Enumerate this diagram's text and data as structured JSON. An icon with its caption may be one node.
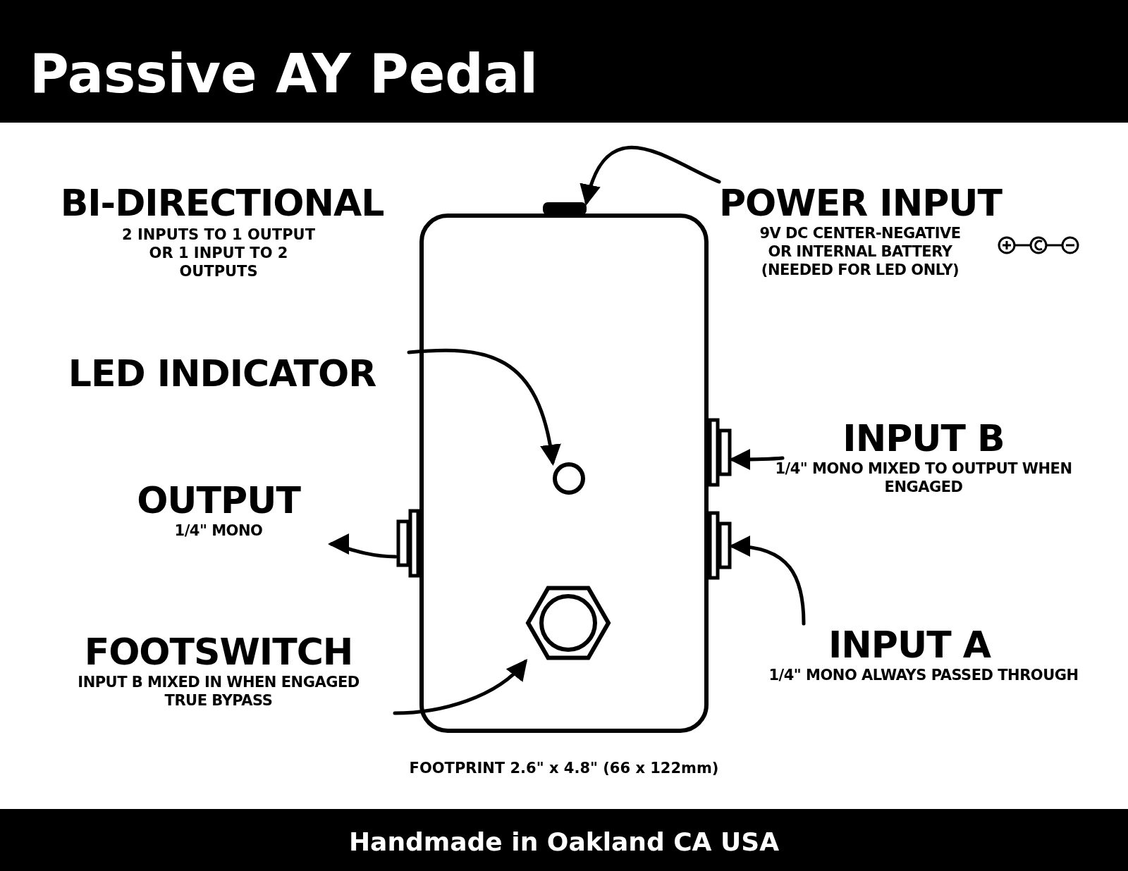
{
  "diagram": {
    "title": "Passive AY Pedal",
    "nodes": [
      {
        "text": [
          "POWER INPUT",
          "9V DC CENTER-NEGATIVE OR INTERNAL BATTERY (NEEDED FOR LED ONLY)"
        ]
      },
      {
        "text": [],
        "shape": "box"
      },
      {
        "text": [],
        "shape": "box"
      },
      {
        "text": [
          "LED INDICATOR"
        ]
      },
      {
        "text": [],
        "shape": "circle",
        "in": 2
      },
      {
        "text": [
          "INPUT B",
          "1/4\" MONO MIXED TO OUTPUT WHEN ENGAGED"
        ]
      },
      {
        "text": [],
        "shape": "box"
      },
      {
        "text": [
          "OUTPUT",
          "1/4\" MONO"
        ]
      },
      {
        "text": [],
        "shape": "box"
      },
      {
        "text": [],
        "shape": "box"
      },
      {
        "text": [
          "INPUT A",
          "1/4\" MONO ALWAYS PASSED THROUGH"
        ]
      },
      {
        "text": [],
        "shape": "hexagon",
        "in": 2
      },
      {
        "text": [
          "FOOTSWITCH",
          "INPUT B MIXED IN WHEN ENGAGED TRUE BYPASS"
        ]
      }
    ],
    "edges": [
      {
        "from": 0,
        "to": 1,
        "arrow": "to"
      },
      {
        "from": 3,
        "to": 4,
        "arrow": "to"
      },
      {
        "from": 5,
        "to": 6,
        "arrow": "to"
      },
      {
        "from": 8,
        "to": 7,
        "arrow": "to"
      },
      {
        "from": 10,
        "to": 9,
        "arrow": "to"
      },
      {
        "from": 12,
        "to": 11,
        "arrow": "to"
      }
    ],
    "labels": [
      "BI-DIRECTIONAL",
      "2 INPUTS TO 1 OUTPUT OR 1 INPUT TO 2 OUTPUTS",
      "FOOTPRINT 2.6\" x 4.8\" (66 x 122mm)",
      "Handmade in Oakland CA USA"
    ]
  }
}
